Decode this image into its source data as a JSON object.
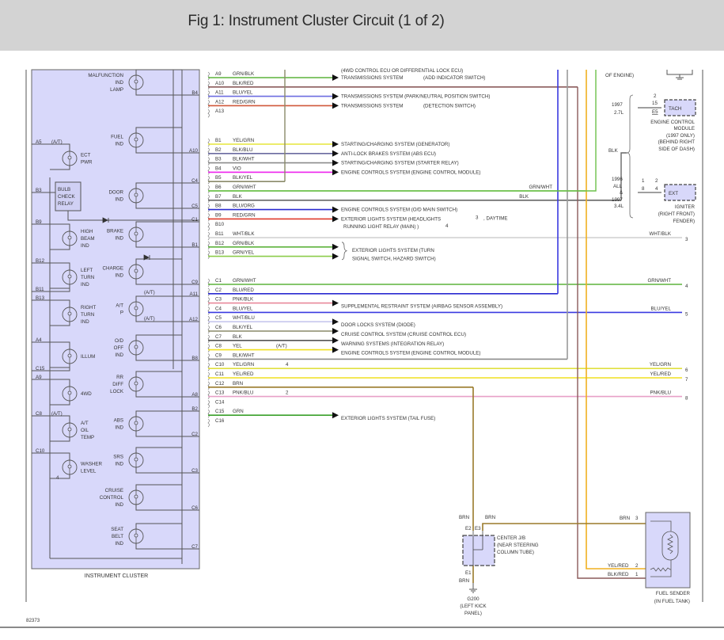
{
  "header": {
    "title": "Fig 1: Instrument Cluster Circuit (1 of 2)"
  },
  "figure_id": "82373",
  "cluster": {
    "title": "INSTRUMENT CLUSTER",
    "relay_label": [
      "BULB",
      "CHECK",
      "RELAY"
    ],
    "left_indicators": [
      {
        "name": "ECT PWR",
        "lines": [
          "ECT",
          "PWR"
        ],
        "pin": "A5",
        "note": "(A/T)"
      },
      {
        "name": "HIGH BEAM IND",
        "lines": [
          "HIGH",
          "BEAM",
          "IND"
        ],
        "pin": "B9"
      },
      {
        "name": "LEFT TURN IND",
        "lines": [
          "LEFT",
          "TURN",
          "IND"
        ],
        "pin": "B12",
        "pin2": "B11"
      },
      {
        "name": "RIGHT TURN IND",
        "lines": [
          "RIGHT",
          "TURN",
          "IND"
        ],
        "pin": "B13"
      },
      {
        "name": "ILLUM",
        "lines": [
          "ILLUM"
        ],
        "pin": "A4",
        "pin2": "C15"
      },
      {
        "name": "4WD",
        "lines": [
          "4WD"
        ],
        "pin": "A9"
      },
      {
        "name": "A/T OIL TEMP",
        "lines": [
          "A/T",
          "OIL",
          "TEMP"
        ],
        "pin": "C8",
        "note": "(A/T)"
      },
      {
        "name": "WASHER LEVEL",
        "lines": [
          "WASHER",
          "LEVEL"
        ],
        "pin": "C10",
        "note": "4"
      }
    ],
    "relay_pin": "B3",
    "right_indicators": [
      {
        "name": "MALFUNCTION IND LAMP",
        "lines": [
          "MALFUNCTION",
          "IND",
          "LAMP"
        ],
        "pins": [
          "B4"
        ]
      },
      {
        "name": "FUEL IND",
        "lines": [
          "FUEL",
          "IND"
        ],
        "pins": [
          "A10"
        ]
      },
      {
        "name": "DOOR IND",
        "lines": [
          "DOOR",
          "IND"
        ],
        "pins": [
          "C4",
          "C5"
        ]
      },
      {
        "name": "BRAKE IND",
        "lines": [
          "BRAKE",
          "IND"
        ],
        "pins": [
          "C1",
          "B1"
        ]
      },
      {
        "name": "CHARGE IND",
        "lines": [
          "CHARGE",
          "IND"
        ],
        "pins": [
          "C9"
        ]
      },
      {
        "name": "A/T P",
        "lines": [
          "A/T",
          "P"
        ],
        "pins": [
          "A11",
          "A12"
        ],
        "notes": [
          "(A/T)",
          "(A/T)"
        ]
      },
      {
        "name": "O/D OFF IND",
        "lines": [
          "O/D",
          "OFF",
          "IND"
        ],
        "pins": [
          "B8"
        ]
      },
      {
        "name": "RR DIFF LOCK",
        "lines": [
          "RR",
          "DIFF",
          "LOCK"
        ],
        "pins": [
          "A8"
        ]
      },
      {
        "name": "ABS IND",
        "lines": [
          "ABS",
          "IND"
        ],
        "pins": [
          "B2",
          "C2"
        ]
      },
      {
        "name": "SRS IND",
        "lines": [
          "SRS",
          "IND"
        ],
        "pins": [
          "C3"
        ]
      },
      {
        "name": "CRUISE CONTROL IND",
        "lines": [
          "CRUISE",
          "CONTROL",
          "IND"
        ],
        "pins": [
          "C6"
        ]
      },
      {
        "name": "SEAT BELT IND",
        "lines": [
          "SEAT",
          "BELT",
          "IND"
        ],
        "pins": [
          "C7"
        ]
      }
    ]
  },
  "connector_pins": [
    {
      "pin": "A9",
      "wire": "GRN/BLK",
      "color": "#5db33c"
    },
    {
      "pin": "A10",
      "wire": "BLK/RED",
      "color": "#8a5a5a"
    },
    {
      "pin": "A11",
      "wire": "BLU/YEL",
      "color": "#6e6ee0"
    },
    {
      "pin": "A12",
      "wire": "RED/GRN",
      "color": "#d0583a"
    },
    {
      "pin": "A13",
      "wire": ""
    },
    {
      "pin": "B1",
      "wire": "YEL/GRN",
      "color": "#e6e63a"
    },
    {
      "pin": "B2",
      "wire": "BLK/BLU",
      "color": "#6a6aa0"
    },
    {
      "pin": "B3",
      "wire": "BLK/WHT",
      "color": "#8c8c8c"
    },
    {
      "pin": "B4",
      "wire": "VIO",
      "color": "#ee22ee"
    },
    {
      "pin": "B5",
      "wire": "BLK/YEL",
      "color": "#8a8a6a"
    },
    {
      "pin": "B6",
      "wire": "GRN/WHT",
      "color": "#6cc04a"
    },
    {
      "pin": "B7",
      "wire": "BLK",
      "color": "#666666"
    },
    {
      "pin": "B8",
      "wire": "BLU/ORG",
      "color": "#2a2ad0"
    },
    {
      "pin": "B9",
      "wire": "RED/GRN",
      "color": "#e03a2a"
    },
    {
      "pin": "B10",
      "wire": ""
    },
    {
      "pin": "B11",
      "wire": "WHT/BLK",
      "color": "#cfcfcf"
    },
    {
      "pin": "B12",
      "wire": "GRN/BLK",
      "color": "#5db33c"
    },
    {
      "pin": "B13",
      "wire": "GRN/YEL",
      "color": "#8ccc4a"
    },
    {
      "pin": "C1",
      "wire": "GRN/WHT",
      "color": "#5db33c"
    },
    {
      "pin": "C2",
      "wire": "BLU/RED",
      "color": "#2a2ad0"
    },
    {
      "pin": "C3",
      "wire": "PNK/BLK",
      "color": "#e8889a"
    },
    {
      "pin": "C4",
      "wire": "BLU/YEL",
      "color": "#3a3ae0"
    },
    {
      "pin": "C5",
      "wire": "WHT/BLU",
      "color": "#c8c8ee"
    },
    {
      "pin": "C6",
      "wire": "BLK/YEL",
      "color": "#8a8a6a"
    },
    {
      "pin": "C7",
      "wire": "BLK",
      "color": "#555555"
    },
    {
      "pin": "C8",
      "wire": "YEL",
      "color": "#f0e020",
      "note": "(A/T)"
    },
    {
      "pin": "C9",
      "wire": "BLK/WHT",
      "color": "#8c8c8c"
    },
    {
      "pin": "C10",
      "wire": "YEL/GRN",
      "color": "#e0e040",
      "note": "4"
    },
    {
      "pin": "C11",
      "wire": "YEL/RED",
      "color": "#f0e020"
    },
    {
      "pin": "C12",
      "wire": "BRN",
      "color": "#9a7a2a"
    },
    {
      "pin": "C13",
      "wire": "PNK/BLU",
      "color": "#e8a0c8",
      "note": "2"
    },
    {
      "pin": "C14",
      "wire": ""
    },
    {
      "pin": "C15",
      "wire": "GRN",
      "color": "#3aa02a"
    },
    {
      "pin": "C16",
      "wire": ""
    }
  ],
  "destinations": [
    {
      "id": "a8",
      "text": "(4WD CONTROL ECU OR DIFFERENTIAL LOCK ECU)"
    },
    {
      "id": "a9",
      "text": "TRANSMISSIONS SYSTEM",
      "sub": "(ADD INDICATOR SWITCH)"
    },
    {
      "id": "a11",
      "text": "TRANSMISSIONS SYSTEM (PARK/NEUTRAL POSITION SWITCH)"
    },
    {
      "id": "a12",
      "text": "TRANSMISSIONS SYSTEM",
      "sub": "(DETECTION SWITCH)"
    },
    {
      "id": "b1",
      "text": "STARTING/CHARGING SYSTEM (GENERATOR)"
    },
    {
      "id": "b2",
      "text": "ANTI-LOCK BRAKES SYSTEM (ABS ECU)"
    },
    {
      "id": "b3",
      "text": "STARTING/CHARGING SYSTEM (STARTER RELAY)"
    },
    {
      "id": "b4",
      "text": "ENGINE CONTROLS SYSTEM (ENGINE CONTROL MODULE)"
    },
    {
      "id": "b8",
      "text": "ENGINE CONTROLS SYSTEM (O/D MAIN SWITCH)"
    },
    {
      "id": "b9",
      "text": "EXTERIOR LIGHTS SYSTEM (HEADLIGHTS",
      "note": "3",
      "tail": ", DAYTIME"
    },
    {
      "id": "b9b",
      "text": "RUNNING LIGHT RELAY (MAIN) )",
      "note": "4"
    },
    {
      "id": "b12",
      "text": "EXTERIOR LIGHTS SYSTEM (TURN"
    },
    {
      "id": "b12b",
      "text": "SIGNAL SWITCH, HAZARD SWITCH)"
    },
    {
      "id": "c3",
      "text": "SUPPLEMENTAL RESTRAINT SYSTEM (AIRBAG SENSOR ASSEMBLY)"
    },
    {
      "id": "c5",
      "text": "DOOR LOCKS SYSTEM (DIODE)"
    },
    {
      "id": "c6",
      "text": "CRUISE CONTROL SYSTEM (CRUISE CONTROL ECU)"
    },
    {
      "id": "c7",
      "text": "WARNING SYSTEMS (INTEGRATION RELAY)"
    },
    {
      "id": "c8",
      "text": "ENGINE CONTROLS SYSTEM (ENGINE CONTROL MODULE)"
    },
    {
      "id": "c15",
      "text": "EXTERIOR LIGHTS SYSTEM (TAIL FUSE)"
    }
  ],
  "right_side": {
    "of_engine": "OF ENGINE)",
    "blk_label": "BLK",
    "year_1997_27": [
      "1997",
      "2.7L"
    ],
    "year_1996_all": [
      "1996",
      "ALL",
      "&",
      "1997",
      "3.4L"
    ],
    "ecm": {
      "box": "TACH",
      "pins": [
        "2",
        "15",
        "E5"
      ],
      "label": [
        "ENGINE CONTROL",
        "MODULE",
        "(1997 ONLY)",
        "(BEHIND RIGHT",
        "SIDE OF DASH)"
      ]
    },
    "igniter": {
      "box": "EXT",
      "pins": [
        "1",
        "2",
        "8",
        "4"
      ],
      "label": [
        "IGNITER",
        "(RIGHT FRONT)",
        "FENDER)"
      ]
    },
    "outputs": [
      {
        "wire": "GRN/WHT",
        "pin": ""
      },
      {
        "wire": "BLK",
        "pin": ""
      },
      {
        "wire": "WHT/BLK",
        "pin": "3"
      },
      {
        "wire": "GRN/WHT",
        "pin": "4"
      },
      {
        "wire": "BLU/YEL",
        "pin": "5"
      },
      {
        "wire": "YEL/GRN",
        "pin": "6"
      },
      {
        "wire": "YEL/RED",
        "pin": "7"
      },
      {
        "wire": "PNK/BLU",
        "pin": "8"
      }
    ]
  },
  "junction": {
    "name": [
      "CENTER J/B",
      "(NEAR STEERING",
      "COLUMN TUBE)"
    ],
    "pins": [
      "E2",
      "E3",
      "E1"
    ],
    "wires": [
      "BRN",
      "BRN",
      "BRN"
    ],
    "ground": [
      "G200",
      "(LEFT KICK",
      "PANEL)"
    ]
  },
  "fuel_sender": {
    "label": [
      "FUEL SENDER",
      "(IN FUEL TANK)"
    ],
    "pins": [
      {
        "wire": "BRN",
        "pin": "3"
      },
      {
        "wire": "YEL/RED",
        "pin": "2"
      },
      {
        "wire": "BLK/RED",
        "pin": "1"
      }
    ]
  }
}
